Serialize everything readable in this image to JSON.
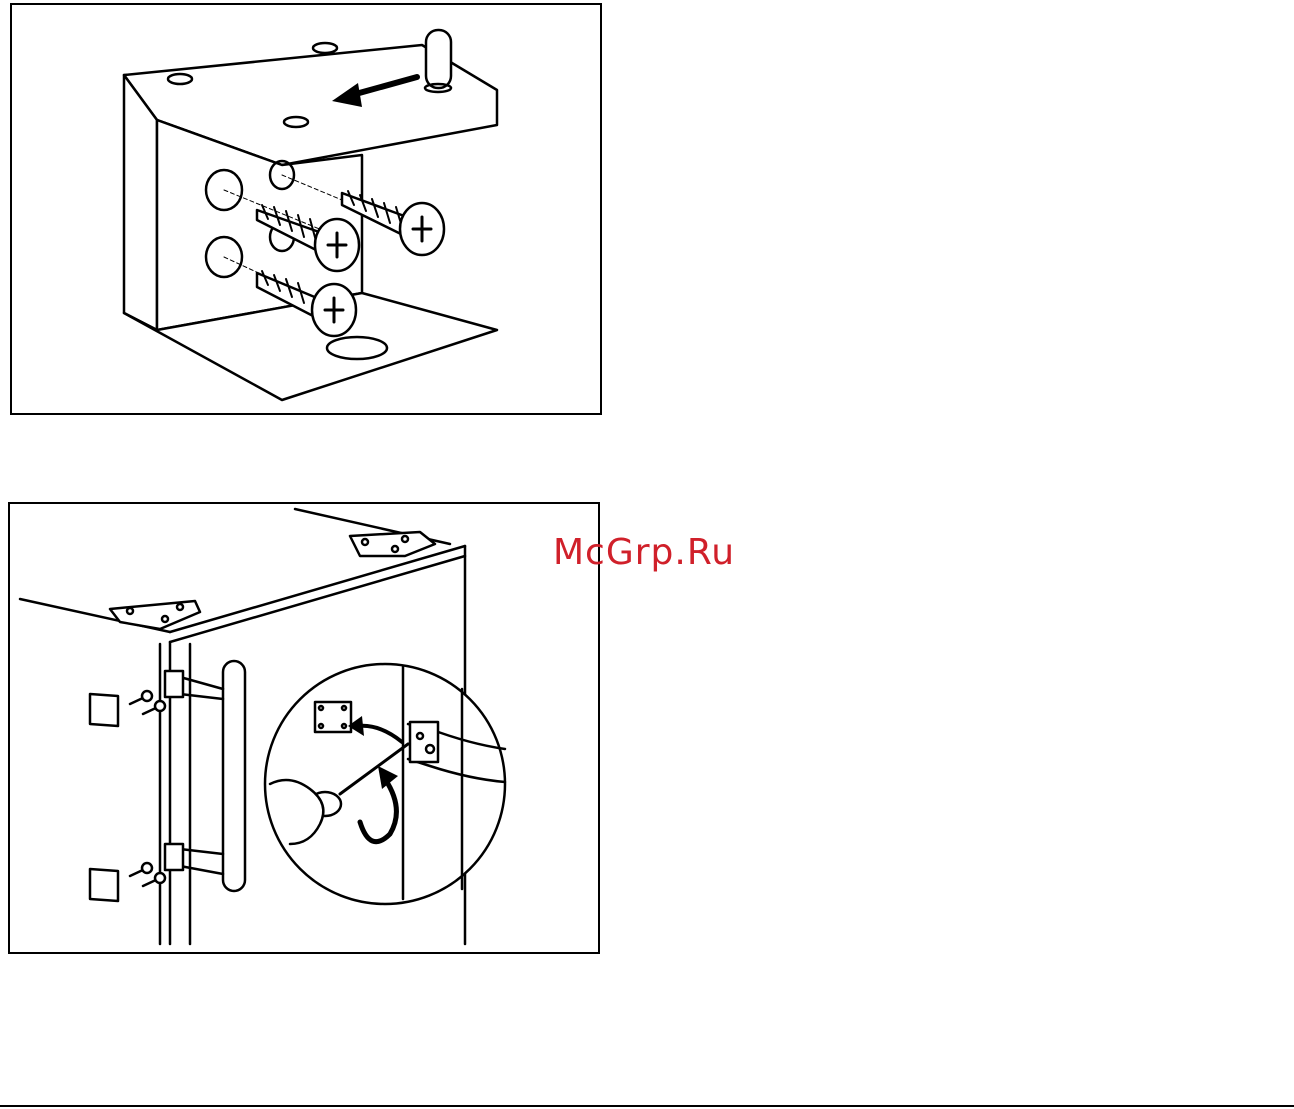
{
  "figures": [
    {
      "icon": "hinge-bracket-screws-illustration"
    },
    {
      "icon": "door-handle-mounting-illustration"
    }
  ],
  "watermark": {
    "text": "McGrp.Ru",
    "color": "#d0202a"
  }
}
